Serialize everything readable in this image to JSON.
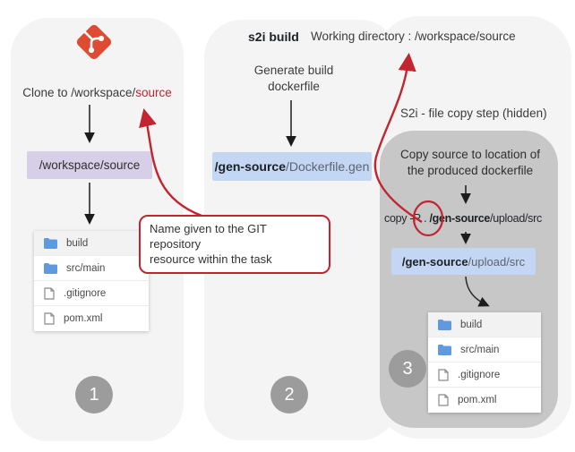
{
  "colors": {
    "accent_red": "#c22430",
    "git_red": "#de4a32",
    "panel_bg": "#f4f4f5",
    "gray_box_bg": "#c7c7c7",
    "purple_box_bg": "#d6cfe7",
    "blue_box_bg": "#c3d6f3",
    "step_circle_bg": "#9c9c9c",
    "folder_icon_blue": "#5f9ae0"
  },
  "step1": {
    "number": "1",
    "clone_prefix": "Clone to /workspace/",
    "clone_highlight": "source",
    "path_box": "/workspace/source",
    "files": [
      "build",
      "src/main",
      ".gitignore",
      "pom.xml"
    ]
  },
  "step2": {
    "number": "2",
    "title": "s2i build",
    "action_line1": "Generate build",
    "action_line2": "dockerfile",
    "path_bold": "/gen-source",
    "path_rest": "/Dockerfile.gen"
  },
  "step3": {
    "number": "3",
    "working_directory": "Working directory : /workspace/source",
    "heading": "S2i - file copy step (hidden)",
    "desc_line1": "Copy source to location of",
    "desc_line2": "the produced dockerfile",
    "cmd_prefix": "copy -R . ",
    "cmd_bold": "/gen-source",
    "cmd_rest": "/upload/src",
    "path_bold": "/gen-source",
    "path_rest": "/upload/src",
    "files": [
      "build",
      "src/main",
      ".gitignore",
      "pom.xml"
    ]
  },
  "callout": {
    "line1": "Name given to the GIT repository",
    "line2": "resource within the task"
  }
}
